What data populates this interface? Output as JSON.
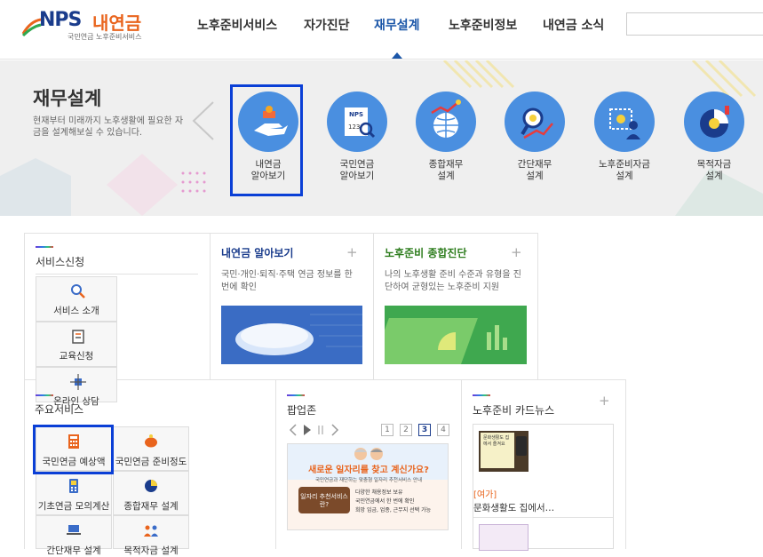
{
  "header": {
    "logo_nps": "NPS",
    "logo_brand": "내연금",
    "logo_sub": "국민연금 노후준비서비스",
    "nav": [
      {
        "label": "노후준비서비스"
      },
      {
        "label": "자가진단"
      },
      {
        "label": "재무설계"
      },
      {
        "label": "노후준비정보"
      },
      {
        "label": "내연금 소식"
      }
    ],
    "active_nav": "재무설계"
  },
  "banner": {
    "title": "재무설계",
    "description": "현재부터 미래까지 노후생활에 필요한 자금을 설계해보실 수 있습니다.",
    "menus": [
      {
        "label_line1": "내연금",
        "label_line2": "알아보기",
        "icon": "hand-coin-icon"
      },
      {
        "label_line1": "국민연금",
        "label_line2": "알아보기",
        "icon": "nps-search-icon"
      },
      {
        "label_line1": "종합재무",
        "label_line2": "설계",
        "icon": "globe-chart-icon"
      },
      {
        "label_line1": "간단재무",
        "label_line2": "설계",
        "icon": "magnifier-chart-icon"
      },
      {
        "label_line1": "노후준비자금",
        "label_line2": "설계",
        "icon": "person-gear-icon"
      },
      {
        "label_line1": "목적자금",
        "label_line2": "설계",
        "icon": "target-chart-icon"
      }
    ]
  },
  "service_request": {
    "title": "서비스신청",
    "items": [
      {
        "label": "서비스 소개",
        "icon": "magnifier-icon"
      },
      {
        "label": "교육신청",
        "icon": "notebook-icon"
      },
      {
        "label": "온라인 상담",
        "icon": "network-icon"
      }
    ]
  },
  "cards": [
    {
      "title": "내연금 알아보기",
      "desc": "국민·개인·퇴직·주택 연금 정보를 한 번에 확인",
      "plus": "+",
      "color": "#1a3c8c"
    },
    {
      "title": "노후준비 종합진단",
      "desc": "나의 노후생활 준비 수준과 유형을 진단하여 균형있는 노후준비 지원",
      "plus": "+",
      "color": "#2e7d1e"
    }
  ],
  "main_services": {
    "title": "주요서비스",
    "items": [
      {
        "label": "국민연금 예상액",
        "icon": "calculator-icon"
      },
      {
        "label": "국민연금 준비정도",
        "icon": "piggy-bank-icon"
      },
      {
        "label": "기초연금 모의계산",
        "icon": "phone-calc-icon"
      },
      {
        "label": "종합재무 설계",
        "icon": "pie-chart-icon"
      },
      {
        "label": "간단재무 설계",
        "icon": "laptop-icon"
      },
      {
        "label": "목적자금 설계",
        "icon": "people-icon"
      }
    ]
  },
  "popup_zone": {
    "title": "팝업존",
    "pages": [
      "1",
      "2",
      "3",
      "4"
    ],
    "active_page": "3",
    "banner_headline": "새로운 일자리를 찾고 계신가요?",
    "banner_sub": "국민연금과 재단하는 맞춤형 일자리 추천서비스 안내",
    "banner_badge": "일자리 추천서비스란?",
    "banner_points": [
      "다양한 채용정보 보유",
      "국민연금에서 한 번에 확인",
      "희망 임금, 업종, 근무지 선택 가능"
    ]
  },
  "card_news": {
    "title": "노후준비 카드뉴스",
    "plus": "+",
    "item_tag": "[여가]",
    "item_text": "문화생활도 집에서…",
    "thumb_text": "문화생활도 집에서 즐겨요"
  }
}
